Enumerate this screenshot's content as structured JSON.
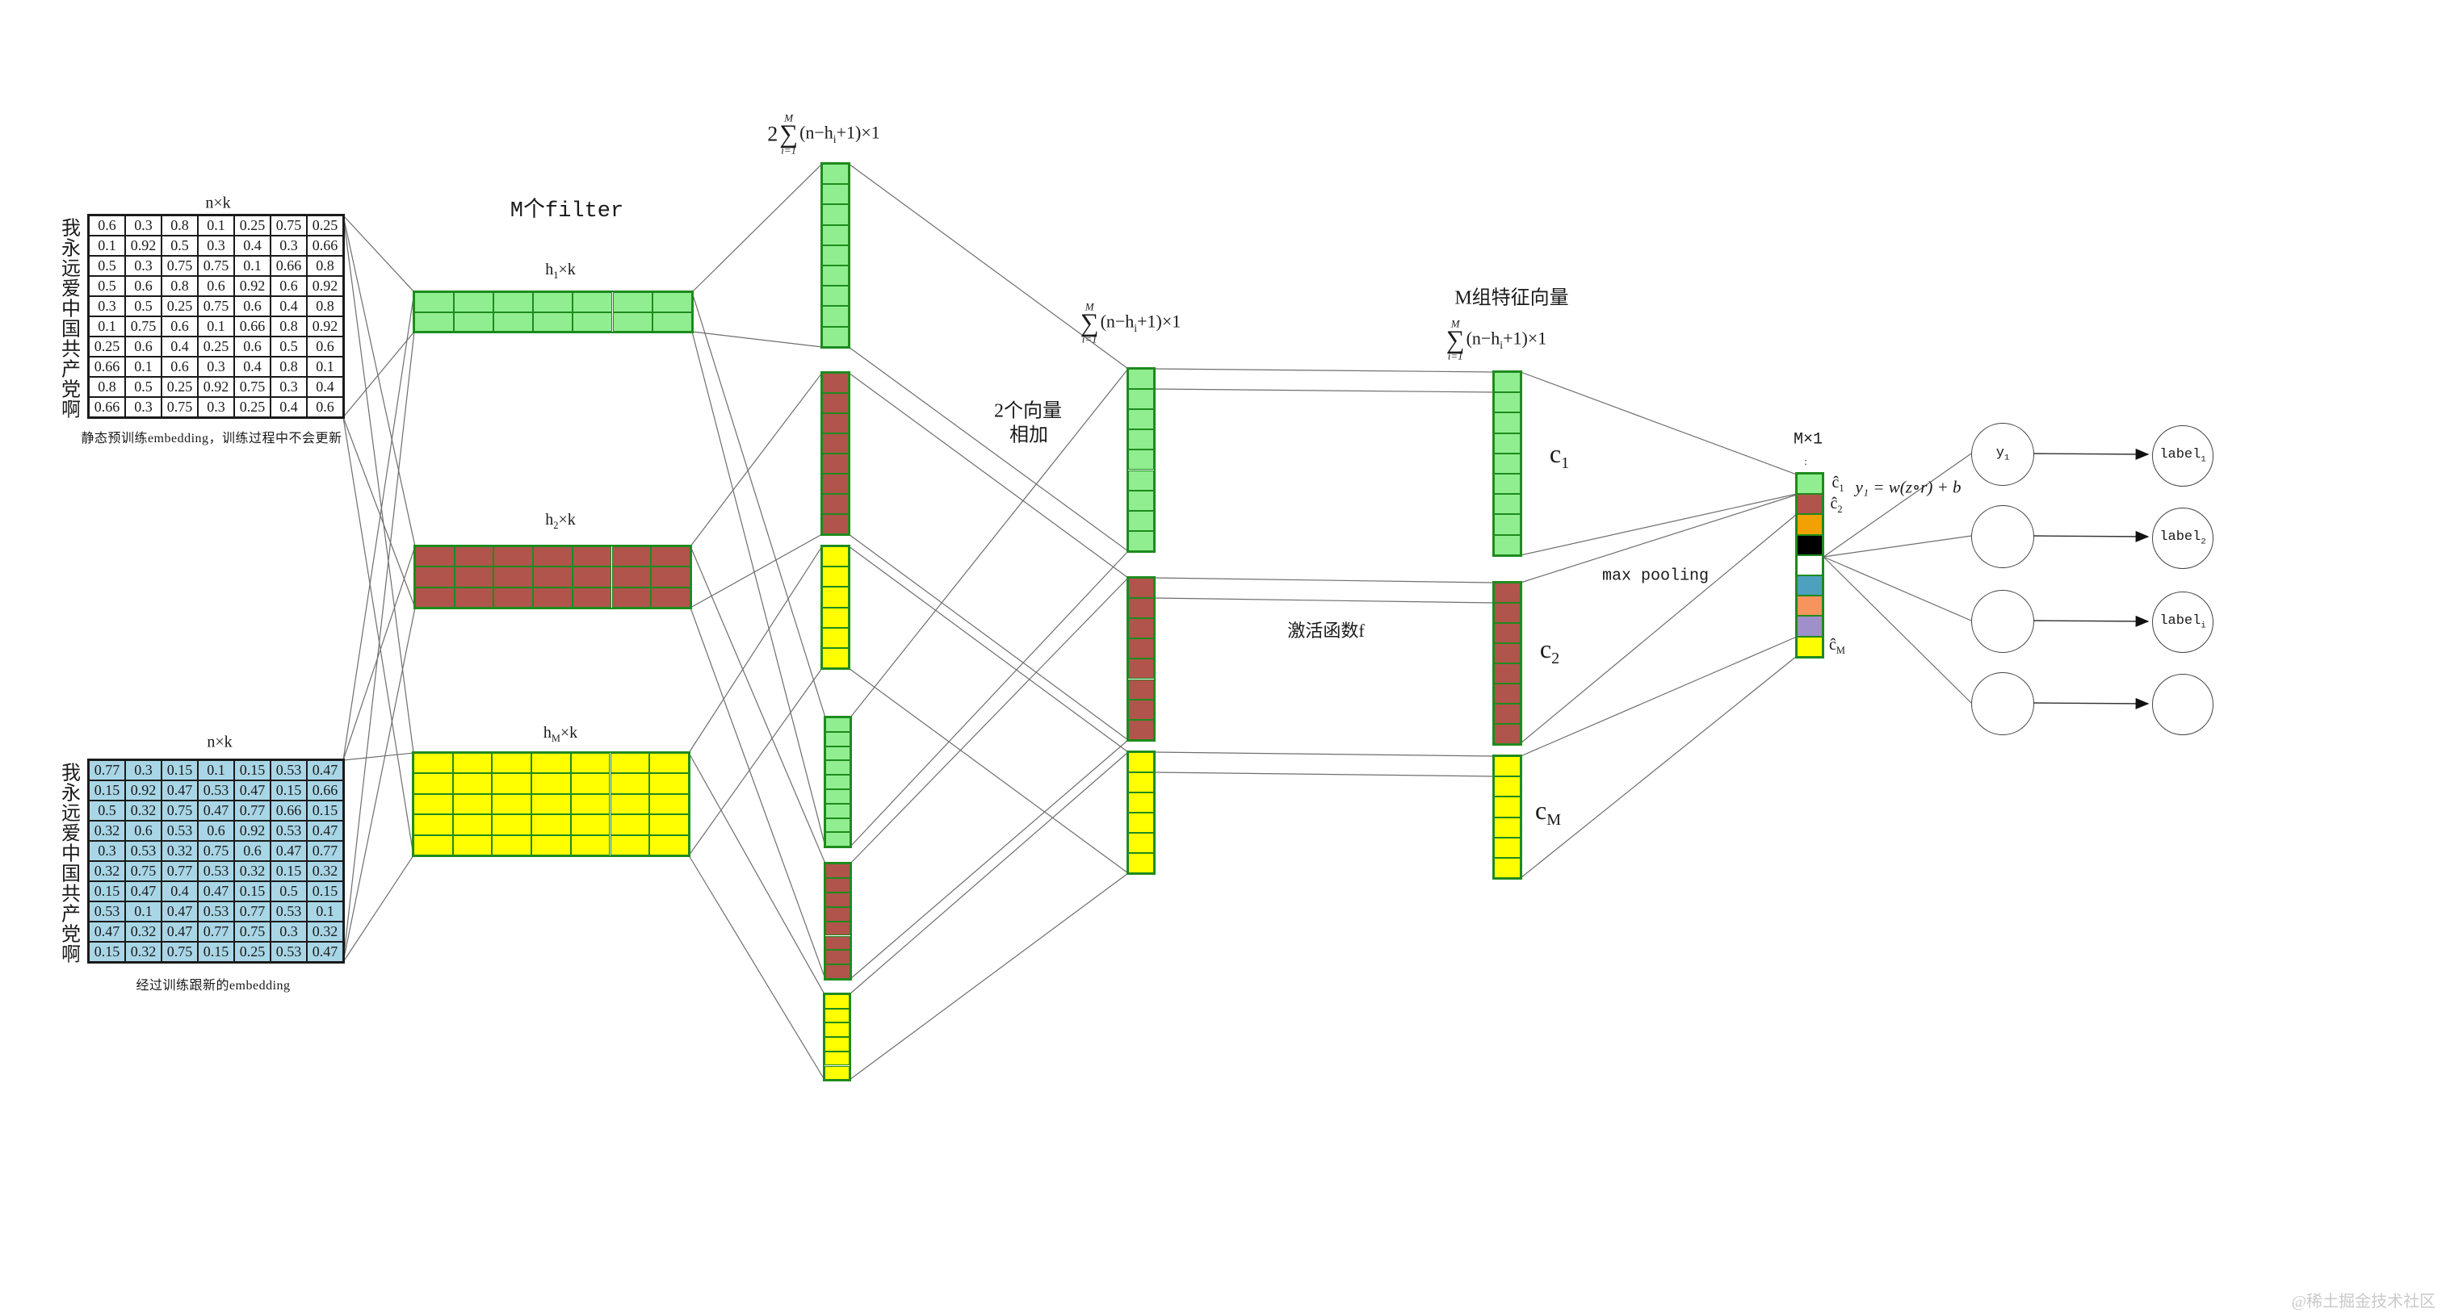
{
  "palette": {
    "white": "#ffffff",
    "light_green": "#90ee90",
    "brick_red": "#b1544c",
    "yellow": "#ffff00",
    "light_blue": "#a9d6e6",
    "border_green": "#1e8b1e",
    "matrix_border": "#1a1a1a",
    "line_gray": "#6e6e6e",
    "watermark_gray": "#c9c9c9"
  },
  "column_counts": {
    "green": 9,
    "red": 8,
    "yellow": 6
  },
  "matrices": {
    "static": {
      "dim_label": "n×k",
      "row_labels": [
        "我",
        "永",
        "远",
        "爱",
        "中",
        "国",
        "共",
        "产",
        "党",
        "啊"
      ],
      "values": [
        [
          "0.6",
          "0.3",
          "0.8",
          "0.1",
          "0.25",
          "0.75",
          "0.25"
        ],
        [
          "0.1",
          "0.92",
          "0.5",
          "0.3",
          "0.4",
          "0.3",
          "0.66"
        ],
        [
          "0.5",
          "0.3",
          "0.75",
          "0.75",
          "0.1",
          "0.66",
          "0.8"
        ],
        [
          "0.5",
          "0.6",
          "0.8",
          "0.6",
          "0.92",
          "0.6",
          "0.92"
        ],
        [
          "0.3",
          "0.5",
          "0.25",
          "0.75",
          "0.6",
          "0.4",
          "0.8"
        ],
        [
          "0.1",
          "0.75",
          "0.6",
          "0.1",
          "0.66",
          "0.8",
          "0.92"
        ],
        [
          "0.25",
          "0.6",
          "0.4",
          "0.25",
          "0.6",
          "0.5",
          "0.6"
        ],
        [
          "0.66",
          "0.1",
          "0.6",
          "0.3",
          "0.4",
          "0.8",
          "0.1"
        ],
        [
          "0.8",
          "0.5",
          "0.25",
          "0.92",
          "0.75",
          "0.3",
          "0.4"
        ],
        [
          "0.66",
          "0.3",
          "0.75",
          "0.3",
          "0.25",
          "0.4",
          "0.6"
        ]
      ],
      "caption": "静态预训练embedding，训练过程中不会更新"
    },
    "trained": {
      "dim_label": "n×k",
      "row_labels": [
        "我",
        "永",
        "远",
        "爱",
        "中",
        "国",
        "共",
        "产",
        "党",
        "啊"
      ],
      "values": [
        [
          "0.77",
          "0.3",
          "0.15",
          "0.1",
          "0.15",
          "0.53",
          "0.47"
        ],
        [
          "0.15",
          "0.92",
          "0.47",
          "0.53",
          "0.47",
          "0.15",
          "0.66"
        ],
        [
          "0.5",
          "0.32",
          "0.75",
          "0.47",
          "0.77",
          "0.66",
          "0.15"
        ],
        [
          "0.32",
          "0.6",
          "0.53",
          "0.6",
          "0.92",
          "0.53",
          "0.47"
        ],
        [
          "0.3",
          "0.53",
          "0.32",
          "0.75",
          "0.6",
          "0.47",
          "0.77"
        ],
        [
          "0.32",
          "0.75",
          "0.77",
          "0.53",
          "0.32",
          "0.15",
          "0.32"
        ],
        [
          "0.15",
          "0.47",
          "0.4",
          "0.47",
          "0.15",
          "0.5",
          "0.15"
        ],
        [
          "0.53",
          "0.1",
          "0.47",
          "0.53",
          "0.77",
          "0.53",
          "0.1"
        ],
        [
          "0.47",
          "0.32",
          "0.47",
          "0.77",
          "0.75",
          "0.3",
          "0.32"
        ],
        [
          "0.15",
          "0.32",
          "0.75",
          "0.15",
          "0.25",
          "0.53",
          "0.47"
        ]
      ],
      "caption": "经过训练跟新的embedding"
    }
  },
  "filters": {
    "title": "M个filter",
    "f1": {
      "rows": 2,
      "label": {
        "main": "h",
        "sub": "1",
        "suffix": "×k"
      }
    },
    "f2": {
      "rows": 3,
      "label": {
        "main": "h",
        "sub": "2",
        "suffix": "×k"
      }
    },
    "fM": {
      "rows": 5,
      "label": {
        "main": "h",
        "sub": "M",
        "suffix": "×k"
      }
    }
  },
  "feature_maps": {
    "dim_label": {
      "prefix": "2",
      "sigma_top": "M",
      "sigma": "∑",
      "sigma_bottom": "i=1",
      "body_pre": "(n−h",
      "body_sub": "i",
      "body_post": "+1)×1"
    }
  },
  "sum_vectors": {
    "note_line1": "2个向量",
    "note_line2": "相加",
    "dim_label": {
      "sigma_top": "M",
      "sigma": "∑",
      "sigma_bottom": "i=1",
      "body_pre": "(n−h",
      "body_sub": "i",
      "body_post": "+1)×1"
    }
  },
  "activation": {
    "label": "激活函数f"
  },
  "feature_vectors": {
    "title": "M组特征向量",
    "dim_label": {
      "sigma_top": "M",
      "sigma": "∑",
      "sigma_bottom": "i=1",
      "body_pre": "(n−h",
      "body_sub": "i",
      "body_post": "+1)×1"
    },
    "c1": {
      "main": "c",
      "sub": "1"
    },
    "c2": {
      "main": "c",
      "sub": "2"
    },
    "cM": {
      "main": "c",
      "sub": "M"
    }
  },
  "pooling": {
    "label": "max pooling",
    "dim_label": "M×1",
    "tick": ":",
    "chat1": {
      "main": "ĉ",
      "sub": "1"
    },
    "chat2": {
      "main": "ĉ",
      "sub": "2"
    },
    "chatM": {
      "main": "ĉ",
      "sub": "M"
    },
    "cell_colors": [
      "#90ee90",
      "#b1544c",
      "#f2a104",
      "#000000",
      "#ffffff",
      "#4da0be",
      "#f5945c",
      "#9e90ca",
      "#ffff00"
    ],
    "formula": "y₁ = w(z∘r) + b"
  },
  "output": {
    "y_nodes": [
      {
        "main": "y",
        "sub": "1"
      }
    ],
    "label_nodes": [
      {
        "main": "label",
        "sub": "1"
      },
      {
        "main": "label",
        "sub": "2"
      },
      {
        "main": "label",
        "sub": "i"
      }
    ]
  },
  "watermark": "@稀土掘金技术社区"
}
